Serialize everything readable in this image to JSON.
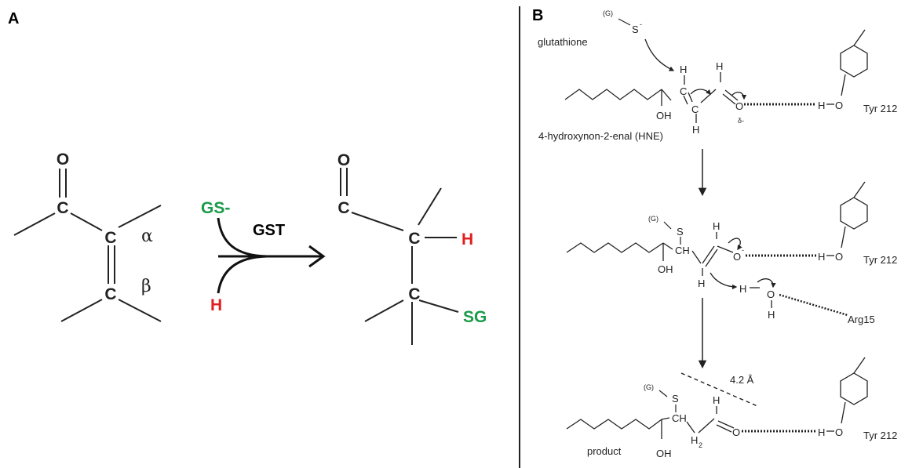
{
  "colors": {
    "green": "#1a9a4a",
    "red": "#e02020",
    "ink": "#222222"
  },
  "panel_a": {
    "label": "A",
    "substrate": {
      "carbonyl_o": "O",
      "c1": "C",
      "c_alpha": "C",
      "c_beta": "C",
      "alpha": "α",
      "beta": "β"
    },
    "reagent_gs": "GS-",
    "reagent_h": "H",
    "enzyme": "GST",
    "product": {
      "carbonyl_o": "O",
      "c1": "C",
      "c2": "C",
      "c3": "C",
      "h": "H",
      "sg": "SG"
    }
  },
  "panel_b": {
    "label": "B",
    "step1": {
      "g": "(G)",
      "s": "S",
      "minus": "-",
      "glutathione": "glutathione",
      "h1": "H",
      "c1": "C",
      "h2": "H",
      "c2": "C",
      "h3": "H",
      "o": "O",
      "delta": "δ-",
      "h_tyr": "H",
      "o_tyr": "O",
      "tyr": "Tyr 212",
      "oh": "OH",
      "name": "4-hydroxynon-2-enal (HNE)"
    },
    "step2": {
      "g": "(G)",
      "s": "S",
      "ch": "CH",
      "h_top": "H",
      "o": "O",
      "minus": "-",
      "h_tyr": "H",
      "o_tyr": "O",
      "tyr": "Tyr 212",
      "oh": "OH",
      "h_bot": "H",
      "water_h1": "H",
      "water_o": "O",
      "water_h2": "H",
      "arg": "Arg15"
    },
    "step3": {
      "distance": "4.2 Å",
      "g": "(G)",
      "s": "S",
      "ch": "CH",
      "h_top": "H",
      "o": "O",
      "h_tyr": "H",
      "o_tyr": "O",
      "tyr": "Tyr 212",
      "oh": "OH",
      "h2": "H",
      "sub2": "2",
      "product": "product"
    }
  }
}
